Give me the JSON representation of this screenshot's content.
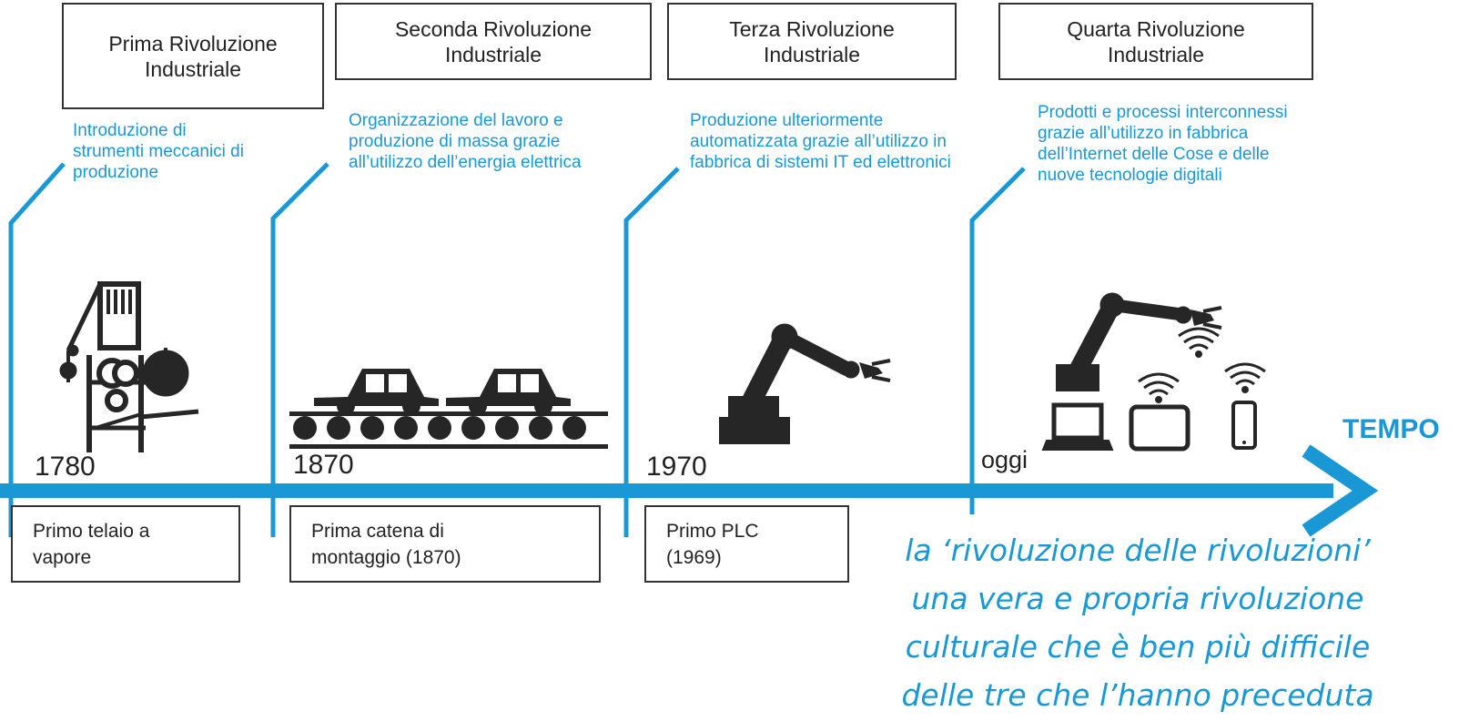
{
  "colors": {
    "accent": "#1a98d5",
    "dark": "#262626",
    "text": "#222222"
  },
  "header_boxes": [
    {
      "label": "Prima Rivoluzione Industriale"
    },
    {
      "label": "Seconda Rivoluzione Industriale"
    },
    {
      "label": "Terza Rivoluzione Industriale"
    },
    {
      "label": "Quarta Rivoluzione Industriale"
    }
  ],
  "descriptions": [
    "Introduzione di strumenti meccanici di produzione",
    "Organizzazione del lavoro e produzione di massa grazie all’utilizzo dell’energia elettrica",
    "Produzione ulteriormente automatizzata grazie all’utilizzo in fabbrica di sistemi IT ed elettronici",
    "Prodotti e processi interconnessi grazie all’utilizzo in fabbrica dell’Internet delle Cose e delle nuove tecnologie digitali"
  ],
  "years": [
    "1780",
    "1870",
    "1970",
    "oggi"
  ],
  "axis_label": "TEMPO",
  "milestones": [
    "Primo telaio a vapore",
    "Prima catena di montaggio (1870)",
    "Primo PLC (1969)"
  ],
  "quote_lines": [
    "la ‘rivoluzione delle rivoluzioni’",
    "una vera e propria rivoluzione",
    "culturale che è ben più difficile",
    "delle tre che l’hanno preceduta"
  ],
  "icons": [
    "steam-loom-icon",
    "assembly-line-icon",
    "robot-arm-icon",
    "connected-factory-icon"
  ]
}
